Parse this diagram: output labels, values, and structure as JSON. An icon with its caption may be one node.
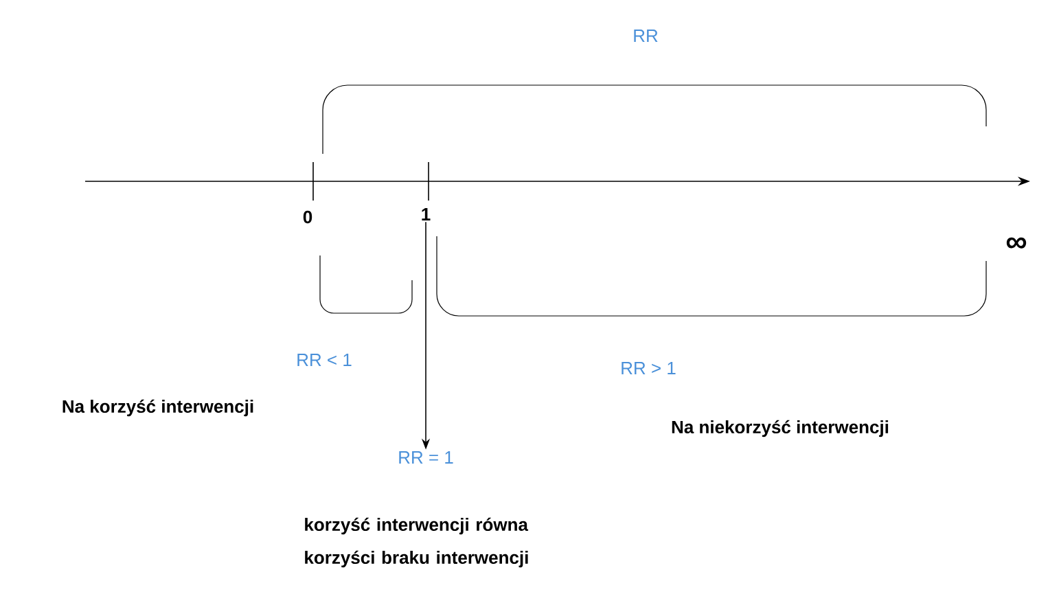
{
  "diagram": {
    "nodes": [
      {
        "text": [
          "1"
        ]
      },
      {
        "text": [
          "RR = 1"
        ]
      }
    ],
    "edges": [
      {
        "from": 0,
        "to": 1,
        "arrow": "to"
      }
    ],
    "labels": [
      "RR",
      "0",
      "∞",
      "RR < 1",
      "Na korzyść interwencji",
      "RR > 1",
      "Na niekorzyść interwencji",
      "korzyść interwencji równa korzyści braku interwencji"
    ]
  }
}
